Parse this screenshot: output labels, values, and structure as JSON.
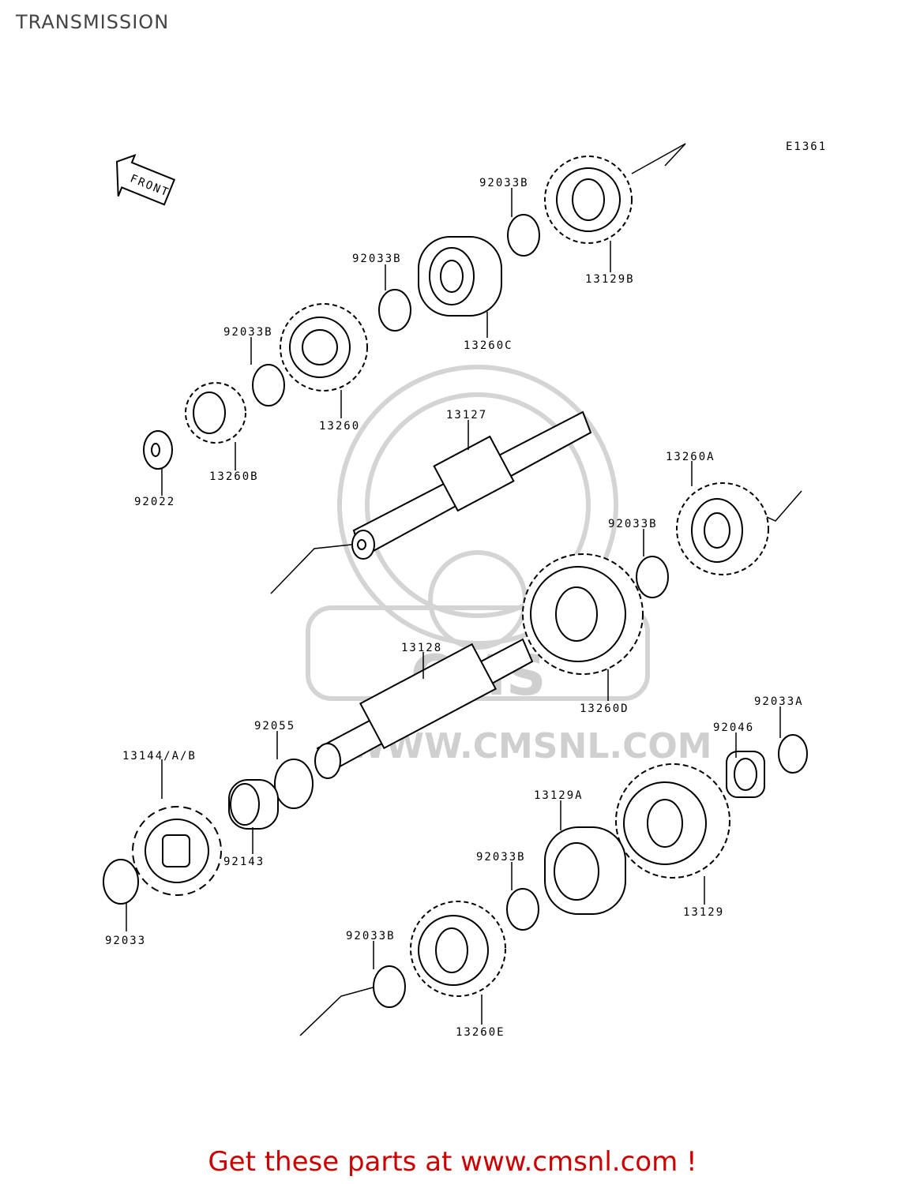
{
  "page": {
    "title": "TRANSMISSION",
    "diagram_code": "E1361",
    "front_label": "FRONT",
    "watermark_text": "WWW.CMSNL.COM",
    "watermark_logo": "CMS",
    "footer": "Get these parts at www.cmsnl.com !",
    "footer_color": "#cc0000"
  },
  "parts": {
    "p13129B": "13129B",
    "p92033B_1": "92033B",
    "p92033B_2": "92033B",
    "p13260C": "13260C",
    "p92033B_3": "92033B",
    "p13260": "13260",
    "p13260B": "13260B",
    "p92022": "92022",
    "p13127": "13127",
    "p13260A": "13260A",
    "p92033B_4": "92033B",
    "p13128": "13128",
    "p13260D": "13260D",
    "p92033A": "92033A",
    "p92046": "92046",
    "p92055": "92055",
    "p13144": "13144/A/B",
    "p92143": "92143",
    "p13129A": "13129A",
    "p92033B_5": "92033B",
    "p13129": "13129",
    "p92033B_6": "92033B",
    "p92033": "92033",
    "p13260E": "13260E"
  }
}
